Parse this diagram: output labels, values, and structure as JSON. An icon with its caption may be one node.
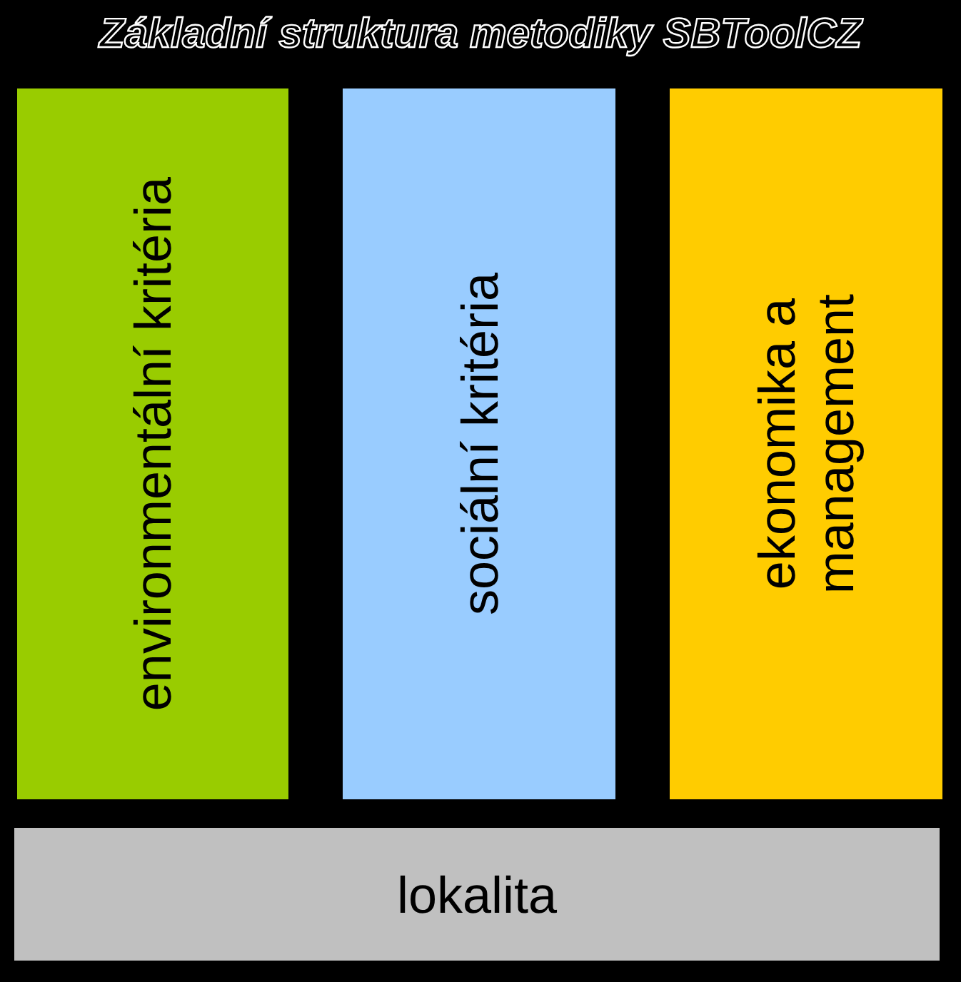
{
  "diagram": {
    "title": "Základní struktura metodiky SBToolCZ",
    "nodes": [
      {
        "text": [
          "environmentální kritéria"
        ]
      },
      {
        "text": [
          "sociální kritéria"
        ]
      },
      {
        "text": [
          "ekonomika a management"
        ]
      },
      {
        "text": [
          "lokalita"
        ]
      }
    ]
  }
}
